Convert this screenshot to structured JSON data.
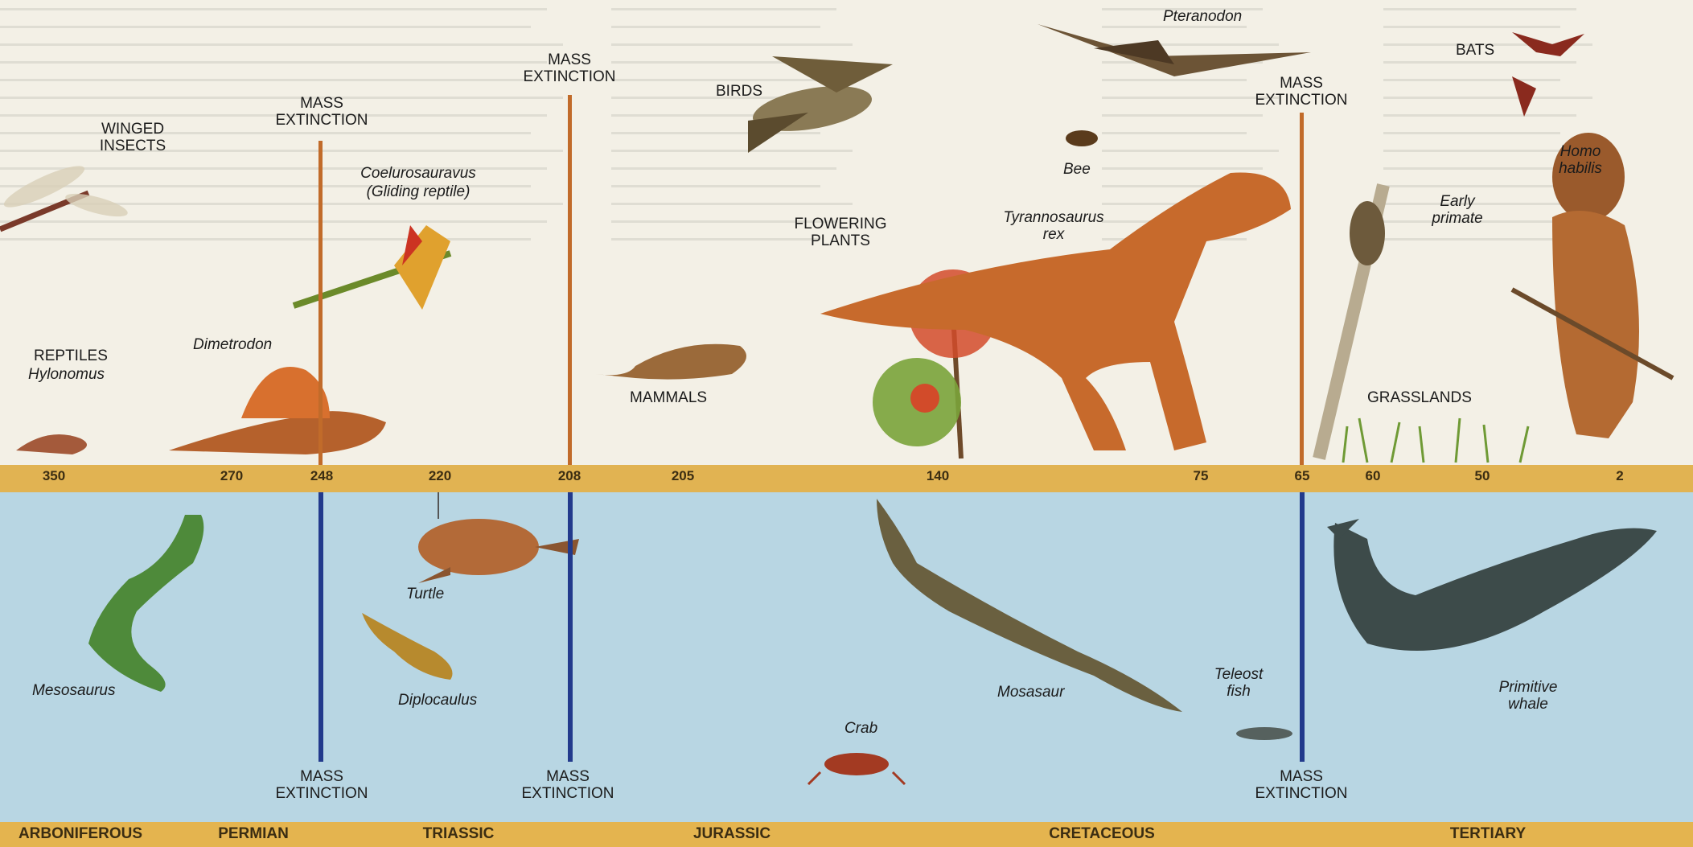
{
  "ages_mya": [
    "350",
    "270",
    "248",
    "220",
    "208",
    "205",
    "140",
    "75",
    "65",
    "60",
    "50",
    "2"
  ],
  "periods": [
    "ARBONIFEROUS",
    "PERMIAN",
    "TRIASSIC",
    "JURASSIC",
    "CRETACEOUS",
    "TERTIARY"
  ],
  "mass_extinction": {
    "line1": "MASS",
    "line2": "EXTINCTION"
  },
  "land_labels": {
    "winged_insects_1": "WINGED",
    "winged_insects_2": "INSECTS",
    "reptiles": "REPTILES",
    "hylonomus": "Hylonomus",
    "dimetrodon": "Dimetrodon",
    "coelurosauravus": "Coelurosauravus",
    "gliding_reptile": "(Gliding reptile)",
    "birds": "BIRDS",
    "mammals": "MAMMALS",
    "pteranodon": "Pteranodon",
    "bee": "Bee",
    "flowering_1": "FLOWERING",
    "flowering_2": "PLANTS",
    "tyrannosaurus_1": "Tyrannosaurus",
    "tyrannosaurus_2": "rex",
    "bats": "BATS",
    "homo_1": "Homo",
    "homo_2": "habilis",
    "early_primate_1": "Early",
    "early_primate_2": "primate",
    "grasslands": "GRASSLANDS"
  },
  "sea_labels": {
    "mesosaurus": "Mesosaurus",
    "turtle": "Turtle",
    "diplocaulus": "Diplocaulus",
    "crab": "Crab",
    "mosasaur": "Mosasaur",
    "teleost_1": "Teleost",
    "teleost_2": "fish",
    "primitive_whale_1": "Primitive",
    "primitive_whale_2": "whale"
  },
  "colors": {
    "land_background": "#f3f0e6",
    "sea_background": "#b8d6e3",
    "time_band": "#e1b352",
    "extinction_line_land": "#c16b2a",
    "extinction_line_sea": "#223a8c"
  }
}
